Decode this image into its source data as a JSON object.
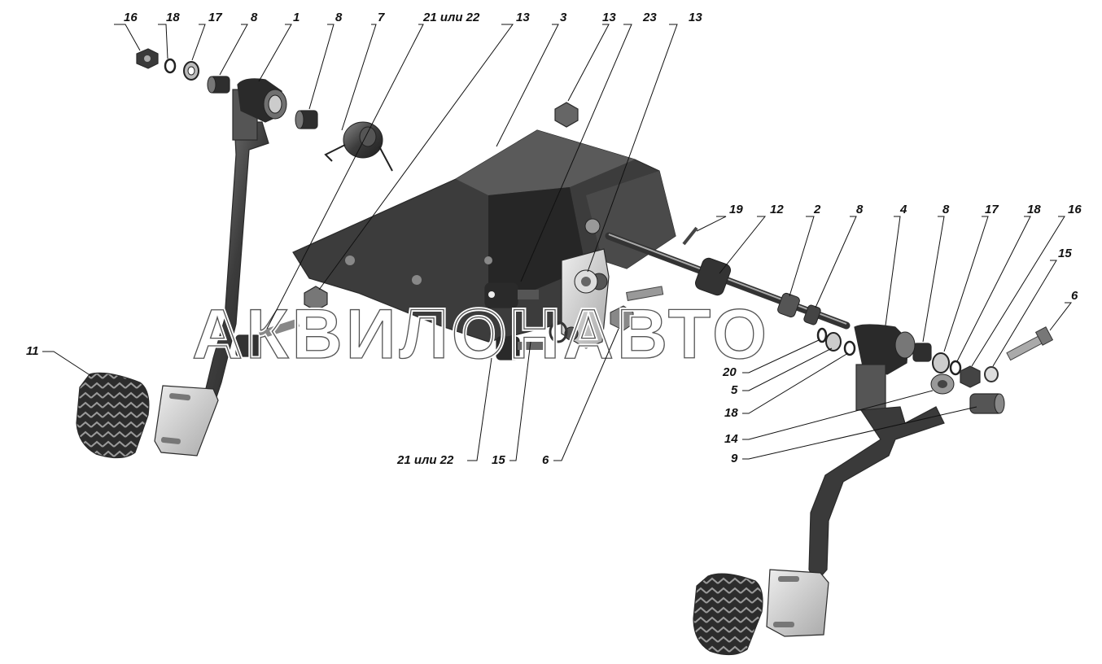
{
  "watermark": "АКВИЛОНАВТО",
  "callouts": [
    {
      "id": "c16a",
      "text": "16"
    },
    {
      "id": "c18a",
      "text": "18"
    },
    {
      "id": "c17a",
      "text": "17"
    },
    {
      "id": "c8a",
      "text": "8"
    },
    {
      "id": "c1",
      "text": "1"
    },
    {
      "id": "c8b",
      "text": "8"
    },
    {
      "id": "c7",
      "text": "7"
    },
    {
      "id": "c21a",
      "text": "21 или 22"
    },
    {
      "id": "c13a",
      "text": "13"
    },
    {
      "id": "c3",
      "text": "3"
    },
    {
      "id": "c13b",
      "text": "13"
    },
    {
      "id": "c23",
      "text": "23"
    },
    {
      "id": "c13c",
      "text": "13"
    },
    {
      "id": "c19",
      "text": "19"
    },
    {
      "id": "c12",
      "text": "12"
    },
    {
      "id": "c2",
      "text": "2"
    },
    {
      "id": "c8c",
      "text": "8"
    },
    {
      "id": "c4",
      "text": "4"
    },
    {
      "id": "c8d",
      "text": "8"
    },
    {
      "id": "c17b",
      "text": "17"
    },
    {
      "id": "c18b",
      "text": "18"
    },
    {
      "id": "c16b",
      "text": "16"
    },
    {
      "id": "c15a",
      "text": "15"
    },
    {
      "id": "c6a",
      "text": "6"
    },
    {
      "id": "c11",
      "text": "11"
    },
    {
      "id": "c20",
      "text": "20"
    },
    {
      "id": "c5",
      "text": "5"
    },
    {
      "id": "c18c",
      "text": "18"
    },
    {
      "id": "c14",
      "text": "14"
    },
    {
      "id": "c9",
      "text": "9"
    },
    {
      "id": "c21b",
      "text": "21 или 22"
    },
    {
      "id": "c15b",
      "text": "15"
    },
    {
      "id": "c6b",
      "text": "6"
    }
  ]
}
